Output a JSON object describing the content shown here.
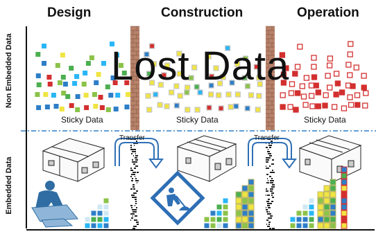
{
  "phases": {
    "design": "Design",
    "construction": "Construction",
    "operation": "Operation"
  },
  "side_labels": {
    "top": "Non Embedded Data",
    "bottom": "Embedded Data"
  },
  "sticky_label": "Sticky Data",
  "transfer_label": "Transfer",
  "overlay_text": "Lost Data",
  "colors": {
    "square_palette": [
      "#2e7ec7",
      "#4caf50",
      "#f0e442",
      "#d32f2f",
      "#8bc34a",
      "#29b6f6"
    ],
    "dashed_line": "#2e7ec7",
    "wall": "#b8826a",
    "sign_blue": "#2e6fb5",
    "worker_blue": "#2f6da3"
  }
}
